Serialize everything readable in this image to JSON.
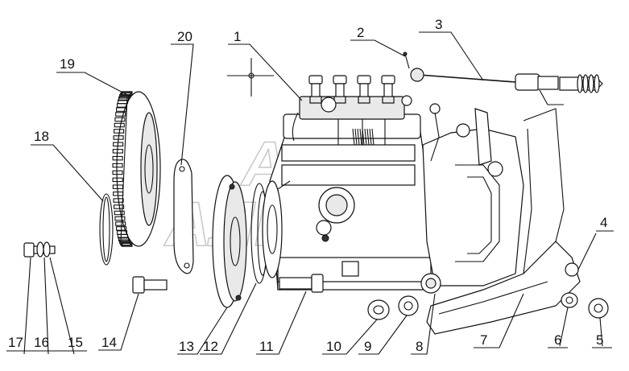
{
  "callouts": [
    {
      "id": "1",
      "label": "1"
    },
    {
      "id": "2",
      "label": "2"
    },
    {
      "id": "3",
      "label": "3"
    },
    {
      "id": "4",
      "label": "4"
    },
    {
      "id": "5",
      "label": "5"
    },
    {
      "id": "6",
      "label": "6"
    },
    {
      "id": "7",
      "label": "7"
    },
    {
      "id": "8",
      "label": "8"
    },
    {
      "id": "9",
      "label": "9"
    },
    {
      "id": "10",
      "label": "10"
    },
    {
      "id": "11",
      "label": "11"
    },
    {
      "id": "12",
      "label": "12"
    },
    {
      "id": "13",
      "label": "13"
    },
    {
      "id": "14",
      "label": "14"
    },
    {
      "id": "15",
      "label": "15"
    },
    {
      "id": "16",
      "label": "16"
    },
    {
      "id": "17",
      "label": "17"
    },
    {
      "id": "18",
      "label": "18"
    },
    {
      "id": "19",
      "label": "19"
    },
    {
      "id": "20",
      "label": "20"
    }
  ],
  "watermark": {
    "line1": "АВТО",
    "line2": "АЛЬЯНС"
  }
}
